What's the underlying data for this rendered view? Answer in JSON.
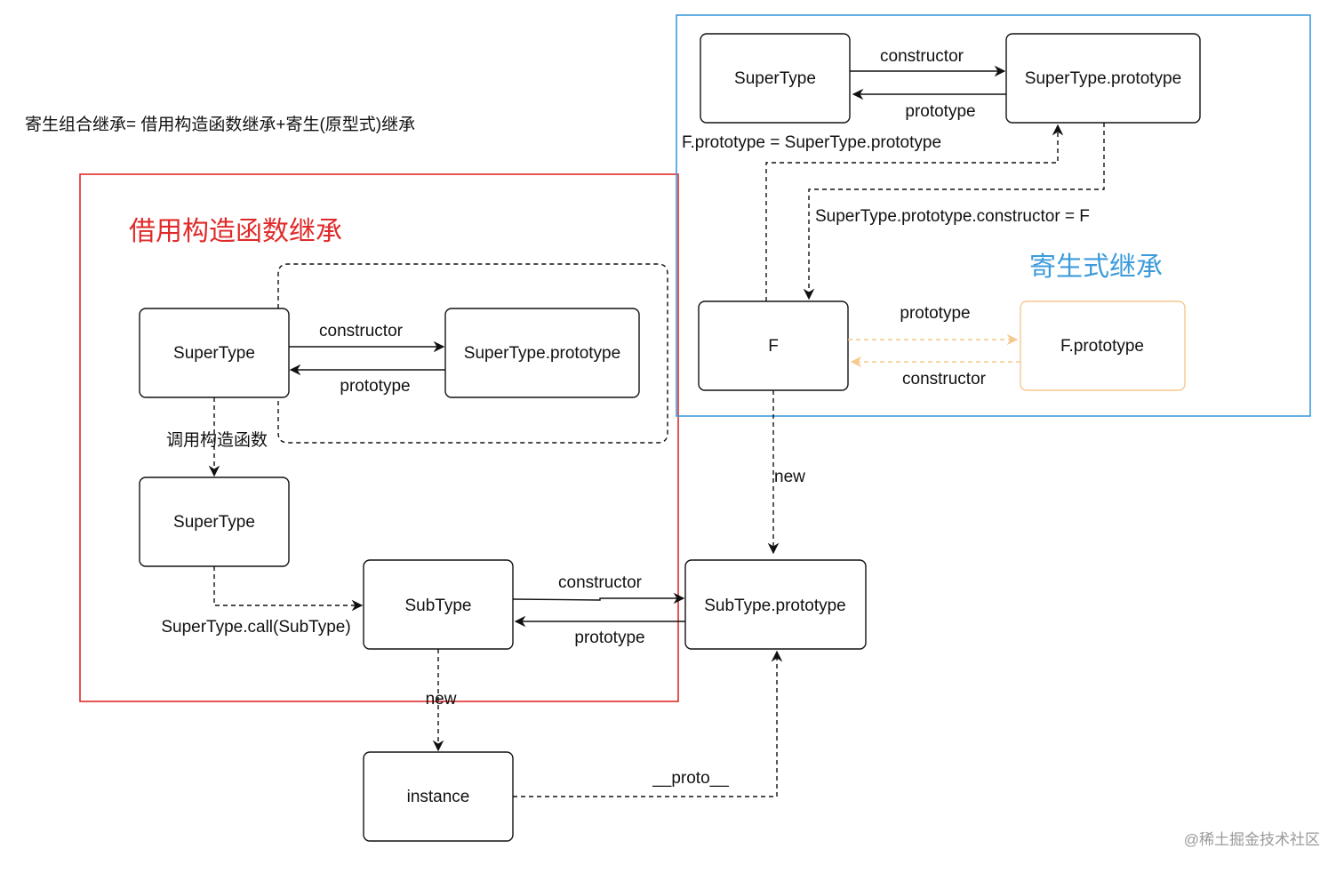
{
  "header": {
    "formula": "寄生组合继承= 借用构造函数继承+寄生(原型式)继承"
  },
  "regions": {
    "borrow": {
      "title": "借用构造函数继承",
      "color": "#e02a2a"
    },
    "parasitic": {
      "title": "寄生式继承",
      "color": "#3d9bdc"
    }
  },
  "nodes": {
    "supertype_a": "SuperType",
    "supertype_proto_a": "SuperType.prototype",
    "supertype_b": "SuperType",
    "subtype": "SubType",
    "subtype_proto": "SubType.prototype",
    "instance": "instance",
    "supertype_top": "SuperType",
    "supertype_proto_top": "SuperType.prototype",
    "f": "F",
    "f_proto": "F.prototype"
  },
  "edges": {
    "ctor_top": "constructor",
    "proto_top": "prototype",
    "f_proto_assign": "F.prototype = SuperType.prototype",
    "ctor_assign": "SuperType.prototype.constructor = F",
    "f_proto_edge": "prototype",
    "f_ctor_edge": "constructor",
    "new_f": "new",
    "ctor_a": "constructor",
    "proto_a": "prototype",
    "call_ctor": "调用构造函数",
    "super_call": "SuperType.call(SubType)",
    "ctor_sub": "constructor",
    "proto_sub": "prototype",
    "new_sub": "new",
    "dunder_proto": "__proto__"
  },
  "watermark": "@稀土掘金技术社区",
  "colors": {
    "line": "#111111",
    "f_proto_border": "#f5c98e",
    "watermark": "#9a9a9a"
  }
}
